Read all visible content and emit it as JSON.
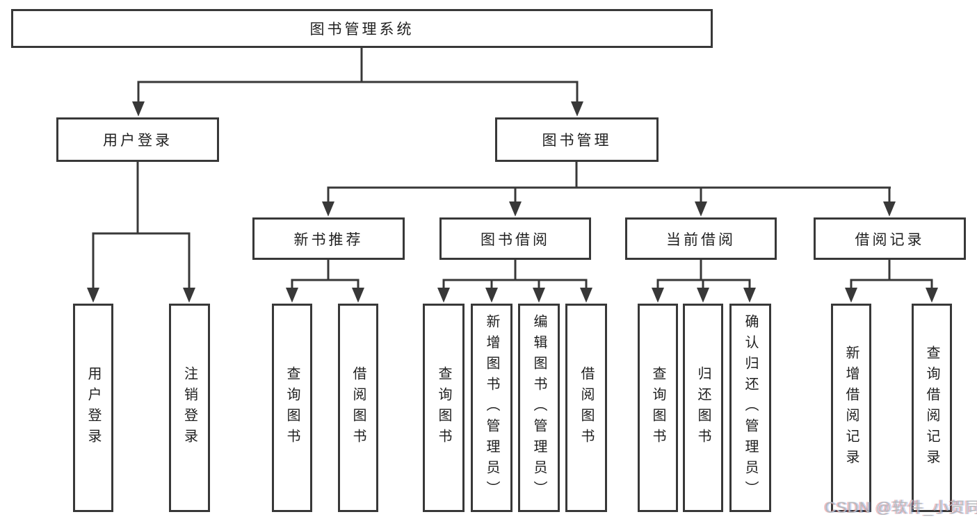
{
  "diagram_title": "图书管理系统",
  "tree": {
    "label": "图书管理系统",
    "children": [
      {
        "label": "用户登录",
        "children": [
          {
            "label": "用户登录"
          },
          {
            "label": "注销登录"
          }
        ]
      },
      {
        "label": "图书管理",
        "children": [
          {
            "label": "新书推荐",
            "children": [
              {
                "label": "查询图书"
              },
              {
                "label": "借阅图书"
              }
            ]
          },
          {
            "label": "图书借阅",
            "children": [
              {
                "label": "查询图书"
              },
              {
                "label": "新增图书（管理员）"
              },
              {
                "label": "编辑图书（管理员）"
              },
              {
                "label": "借阅图书"
              }
            ]
          },
          {
            "label": "当前借阅",
            "children": [
              {
                "label": "查询图书"
              },
              {
                "label": "归还图书"
              },
              {
                "label": "确认归还（管理员）"
              }
            ]
          },
          {
            "label": "借阅记录",
            "children": [
              {
                "label": "新增借阅记录"
              },
              {
                "label": "查询借阅记录"
              }
            ]
          }
        ]
      }
    ]
  },
  "watermark": {
    "text": "CSDN @软件_小贺同学"
  },
  "colors": {
    "line": "#383838",
    "text": "#1f1f1f",
    "watermark": "#b6b9bd",
    "background": "#ffffff"
  }
}
